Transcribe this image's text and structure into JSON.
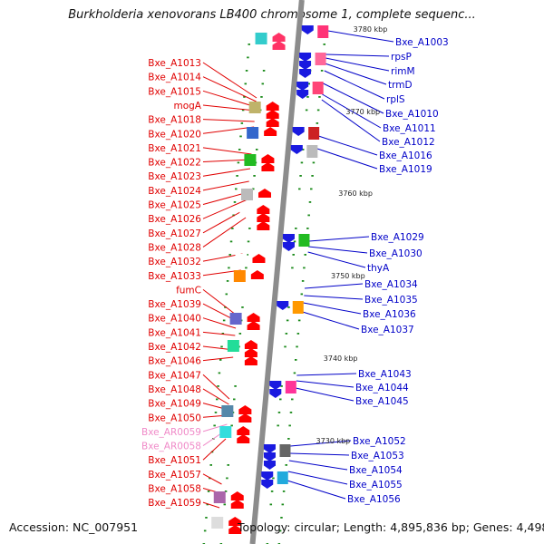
{
  "title": "Burkholderia xenovorans LB400 chromosome 1, complete sequenc...",
  "footer": {
    "accession": "Accession: NC_007951",
    "info": "Topology: circular; Length: 4,895,836 bp; Genes: 4,498"
  },
  "colors": {
    "left_label": "#e00000",
    "left_label_rna": "#f08ac8",
    "right_label": "#0000c8",
    "backbone": "#8c8c8c",
    "tick": "#1a8a1a"
  },
  "kbp_labels": [
    "3780 kbp",
    "3770 kbp",
    "3760 kbp",
    "3750 kbp",
    "3740 kbp",
    "3730 kbp"
  ],
  "left_genes": [
    {
      "label": "Bxe_A1013",
      "rna": false
    },
    {
      "label": "Bxe_A1014",
      "rna": false
    },
    {
      "label": "Bxe_A1015",
      "rna": false
    },
    {
      "label": "mogA",
      "rna": false
    },
    {
      "label": "Bxe_A1018",
      "rna": false
    },
    {
      "label": "Bxe_A1020",
      "rna": false
    },
    {
      "label": "Bxe_A1021",
      "rna": false
    },
    {
      "label": "Bxe_A1022",
      "rna": false
    },
    {
      "label": "Bxe_A1023",
      "rna": false
    },
    {
      "label": "Bxe_A1024",
      "rna": false
    },
    {
      "label": "Bxe_A1025",
      "rna": false
    },
    {
      "label": "Bxe_A1026",
      "rna": false
    },
    {
      "label": "Bxe_A1027",
      "rna": false
    },
    {
      "label": "Bxe_A1028",
      "rna": false
    },
    {
      "label": "Bxe_A1032",
      "rna": false
    },
    {
      "label": "Bxe_A1033",
      "rna": false
    },
    {
      "label": "fumC",
      "rna": false
    },
    {
      "label": "Bxe_A1039",
      "rna": false
    },
    {
      "label": "Bxe_A1040",
      "rna": false
    },
    {
      "label": "Bxe_A1041",
      "rna": false
    },
    {
      "label": "Bxe_A1042",
      "rna": false
    },
    {
      "label": "Bxe_A1046",
      "rna": false
    },
    {
      "label": "Bxe_A1047",
      "rna": false
    },
    {
      "label": "Bxe_A1048",
      "rna": false
    },
    {
      "label": "Bxe_A1049",
      "rna": false
    },
    {
      "label": "Bxe_A1050",
      "rna": false
    },
    {
      "label": "Bxe_AR0059",
      "rna": true
    },
    {
      "label": "Bxe_AR0058",
      "rna": true
    },
    {
      "label": "Bxe_A1051",
      "rna": false
    },
    {
      "label": "Bxe_A1057",
      "rna": false
    },
    {
      "label": "Bxe_A1058",
      "rna": false
    },
    {
      "label": "Bxe_A1059",
      "rna": false
    }
  ],
  "right_genes": [
    "Bxe_A1003",
    "rpsP",
    "rimM",
    "trmD",
    "rplS",
    "Bxe_A1010",
    "Bxe_A1011",
    "Bxe_A1012",
    "Bxe_A1016",
    "Bxe_A1019",
    "Bxe_A1029",
    "Bxe_A1030",
    "thyA",
    "Bxe_A1034",
    "Bxe_A1035",
    "Bxe_A1036",
    "Bxe_A1037",
    "Bxe_A1043",
    "Bxe_A1044",
    "Bxe_A1045",
    "Bxe_A1052",
    "Bxe_A1053",
    "Bxe_A1054",
    "Bxe_A1055",
    "Bxe_A1056"
  ]
}
